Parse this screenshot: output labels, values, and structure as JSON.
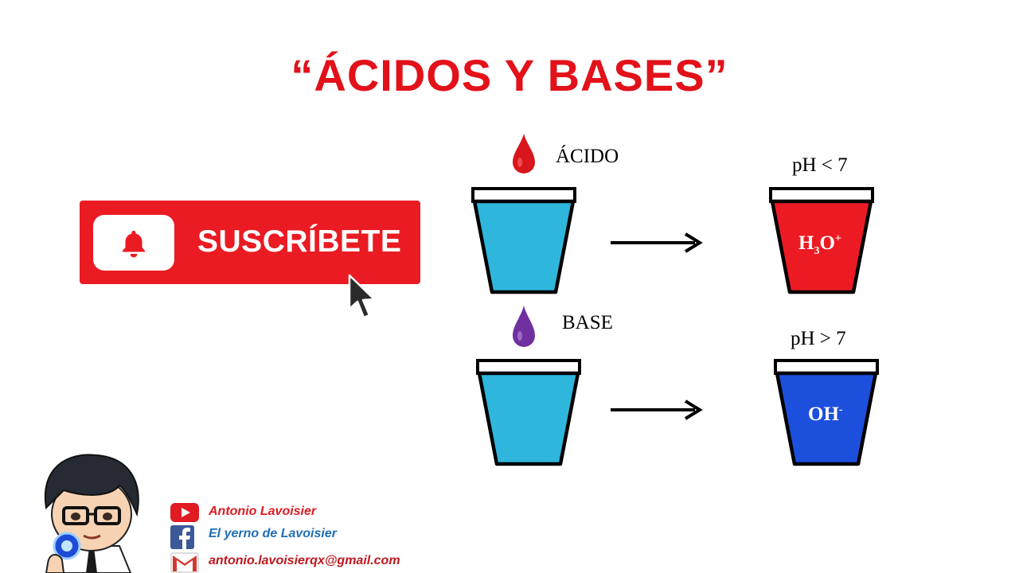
{
  "title": "“ÁCIDOS Y BASES”",
  "subscribe": {
    "label": "SUSCRÍBETE"
  },
  "acid": {
    "label": "ÁCIDO",
    "condition": "pH < 7",
    "ion_main": "H",
    "ion_sub": "3",
    "ion_mid": "O",
    "ion_sup": "+"
  },
  "base": {
    "label": "BASE",
    "condition": "pH > 7",
    "ion_main": "OH",
    "ion_sup": "-"
  },
  "social": {
    "youtube": "Antonio Lavoisier",
    "facebook": "El yerno de Lavoisier",
    "email": "antonio.lavoisierqx@gmail.com"
  },
  "colors": {
    "title": "#e2111a",
    "water": "#2fb6dc",
    "acid_liquid": "#ec1b23",
    "base_liquid": "#1c4fdc",
    "acid_drop": "#d8161c",
    "base_drop": "#7030a0",
    "youtube_text": "#e01b22",
    "facebook_text": "#1e6fb8",
    "email_text": "#c0181f"
  },
  "icons": [
    "bell-icon",
    "cursor-icon",
    "youtube-icon",
    "facebook-icon",
    "gmail-icon"
  ]
}
